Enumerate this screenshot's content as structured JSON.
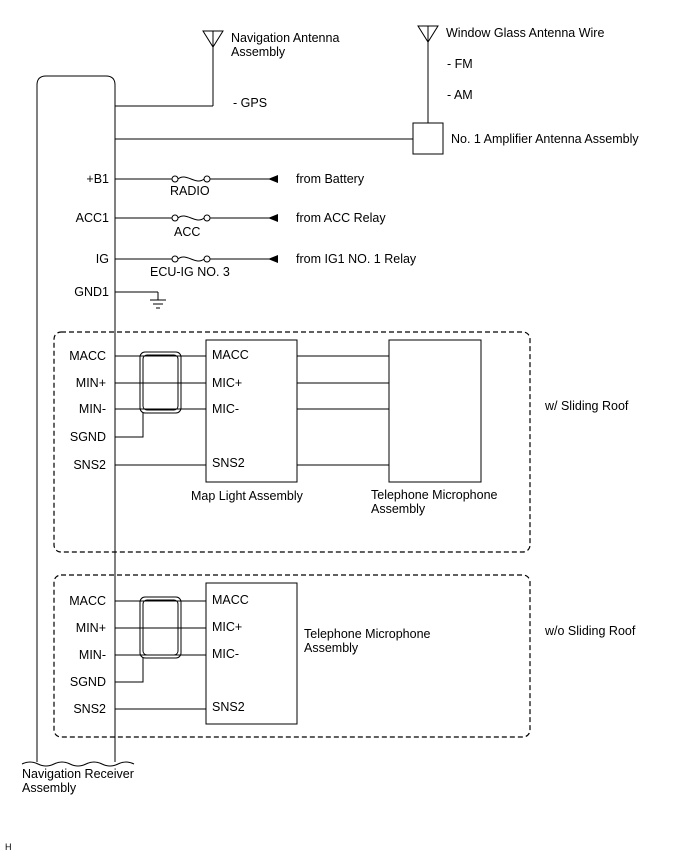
{
  "receiver": {
    "name": [
      "Navigation Receiver",
      "Assembly"
    ],
    "terminals": {
      "gps": "- GPS",
      "b1": "+B1",
      "acc1": "ACC1",
      "ig": "IG",
      "gnd1": "GND1"
    }
  },
  "antennas": {
    "navigation": [
      "Navigation Antenna",
      "Assembly"
    ],
    "window_glass": "Window Glass Antenna Wire",
    "fm": "- FM",
    "am": "- AM",
    "amplifier": "No. 1 Amplifier Antenna Assembly"
  },
  "power": [
    {
      "fuse": "RADIO",
      "source": "from Battery"
    },
    {
      "fuse": "ACC",
      "source": "from ACC Relay"
    },
    {
      "fuse": "ECU-IG NO. 3",
      "source": "from IG1 NO. 1 Relay"
    }
  ],
  "with_sliding_roof": {
    "condition": "w/ Sliding Roof",
    "receiver_pins": [
      "MACC",
      "MIN+",
      "MIN-",
      "SGND",
      "SNS2"
    ],
    "map_light_pins": [
      "MACC",
      "MIC+",
      "MIC-",
      "SNS2"
    ],
    "map_light_name": "Map Light Assembly",
    "microphone_name": [
      "Telephone Microphone",
      "Assembly"
    ]
  },
  "without_sliding_roof": {
    "condition": "w/o Sliding Roof",
    "receiver_pins": [
      "MACC",
      "MIN+",
      "MIN-",
      "SGND",
      "SNS2"
    ],
    "microphone_pins": [
      "MACC",
      "MIC+",
      "MIC-",
      "SNS2"
    ],
    "microphone_name": [
      "Telephone Microphone",
      "Assembly"
    ]
  },
  "footer_mark": "H"
}
